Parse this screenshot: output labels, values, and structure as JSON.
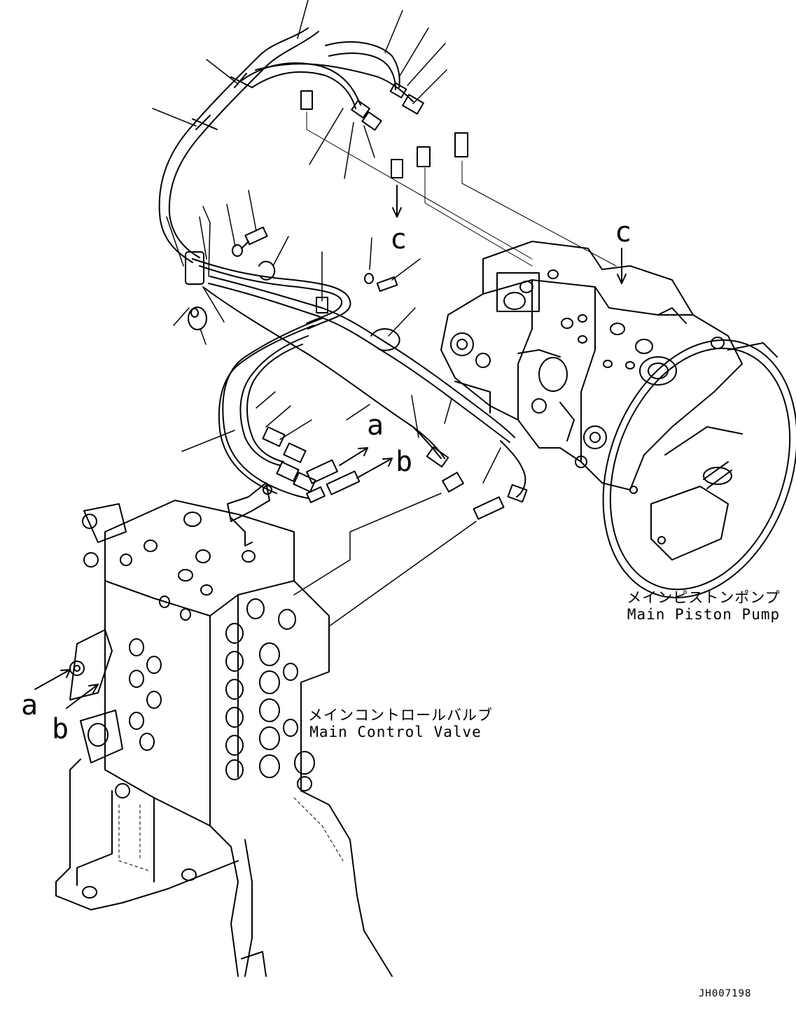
{
  "diagram": {
    "callouts": {
      "a_hoses": "a",
      "b_hoses": "b",
      "a_valve": "a",
      "b_valve": "b",
      "c_center": "c",
      "c_pump": "c"
    },
    "pump_label": {
      "ja": "メインピストンポンプ",
      "en": "Main Piston Pump"
    },
    "valve_label": {
      "ja": "メインコントロールバルブ",
      "en": "Main Control Valve"
    },
    "document_id": "JH007198"
  }
}
